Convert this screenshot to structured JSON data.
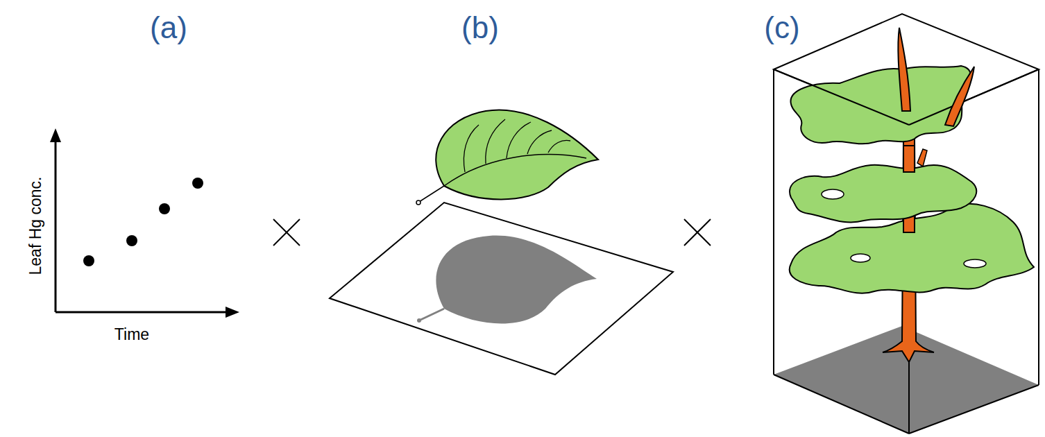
{
  "diagram": {
    "labels": [
      "(a)",
      "(b)",
      "(c)",
      "Leaf Hg conc.",
      "Time"
    ]
  }
}
